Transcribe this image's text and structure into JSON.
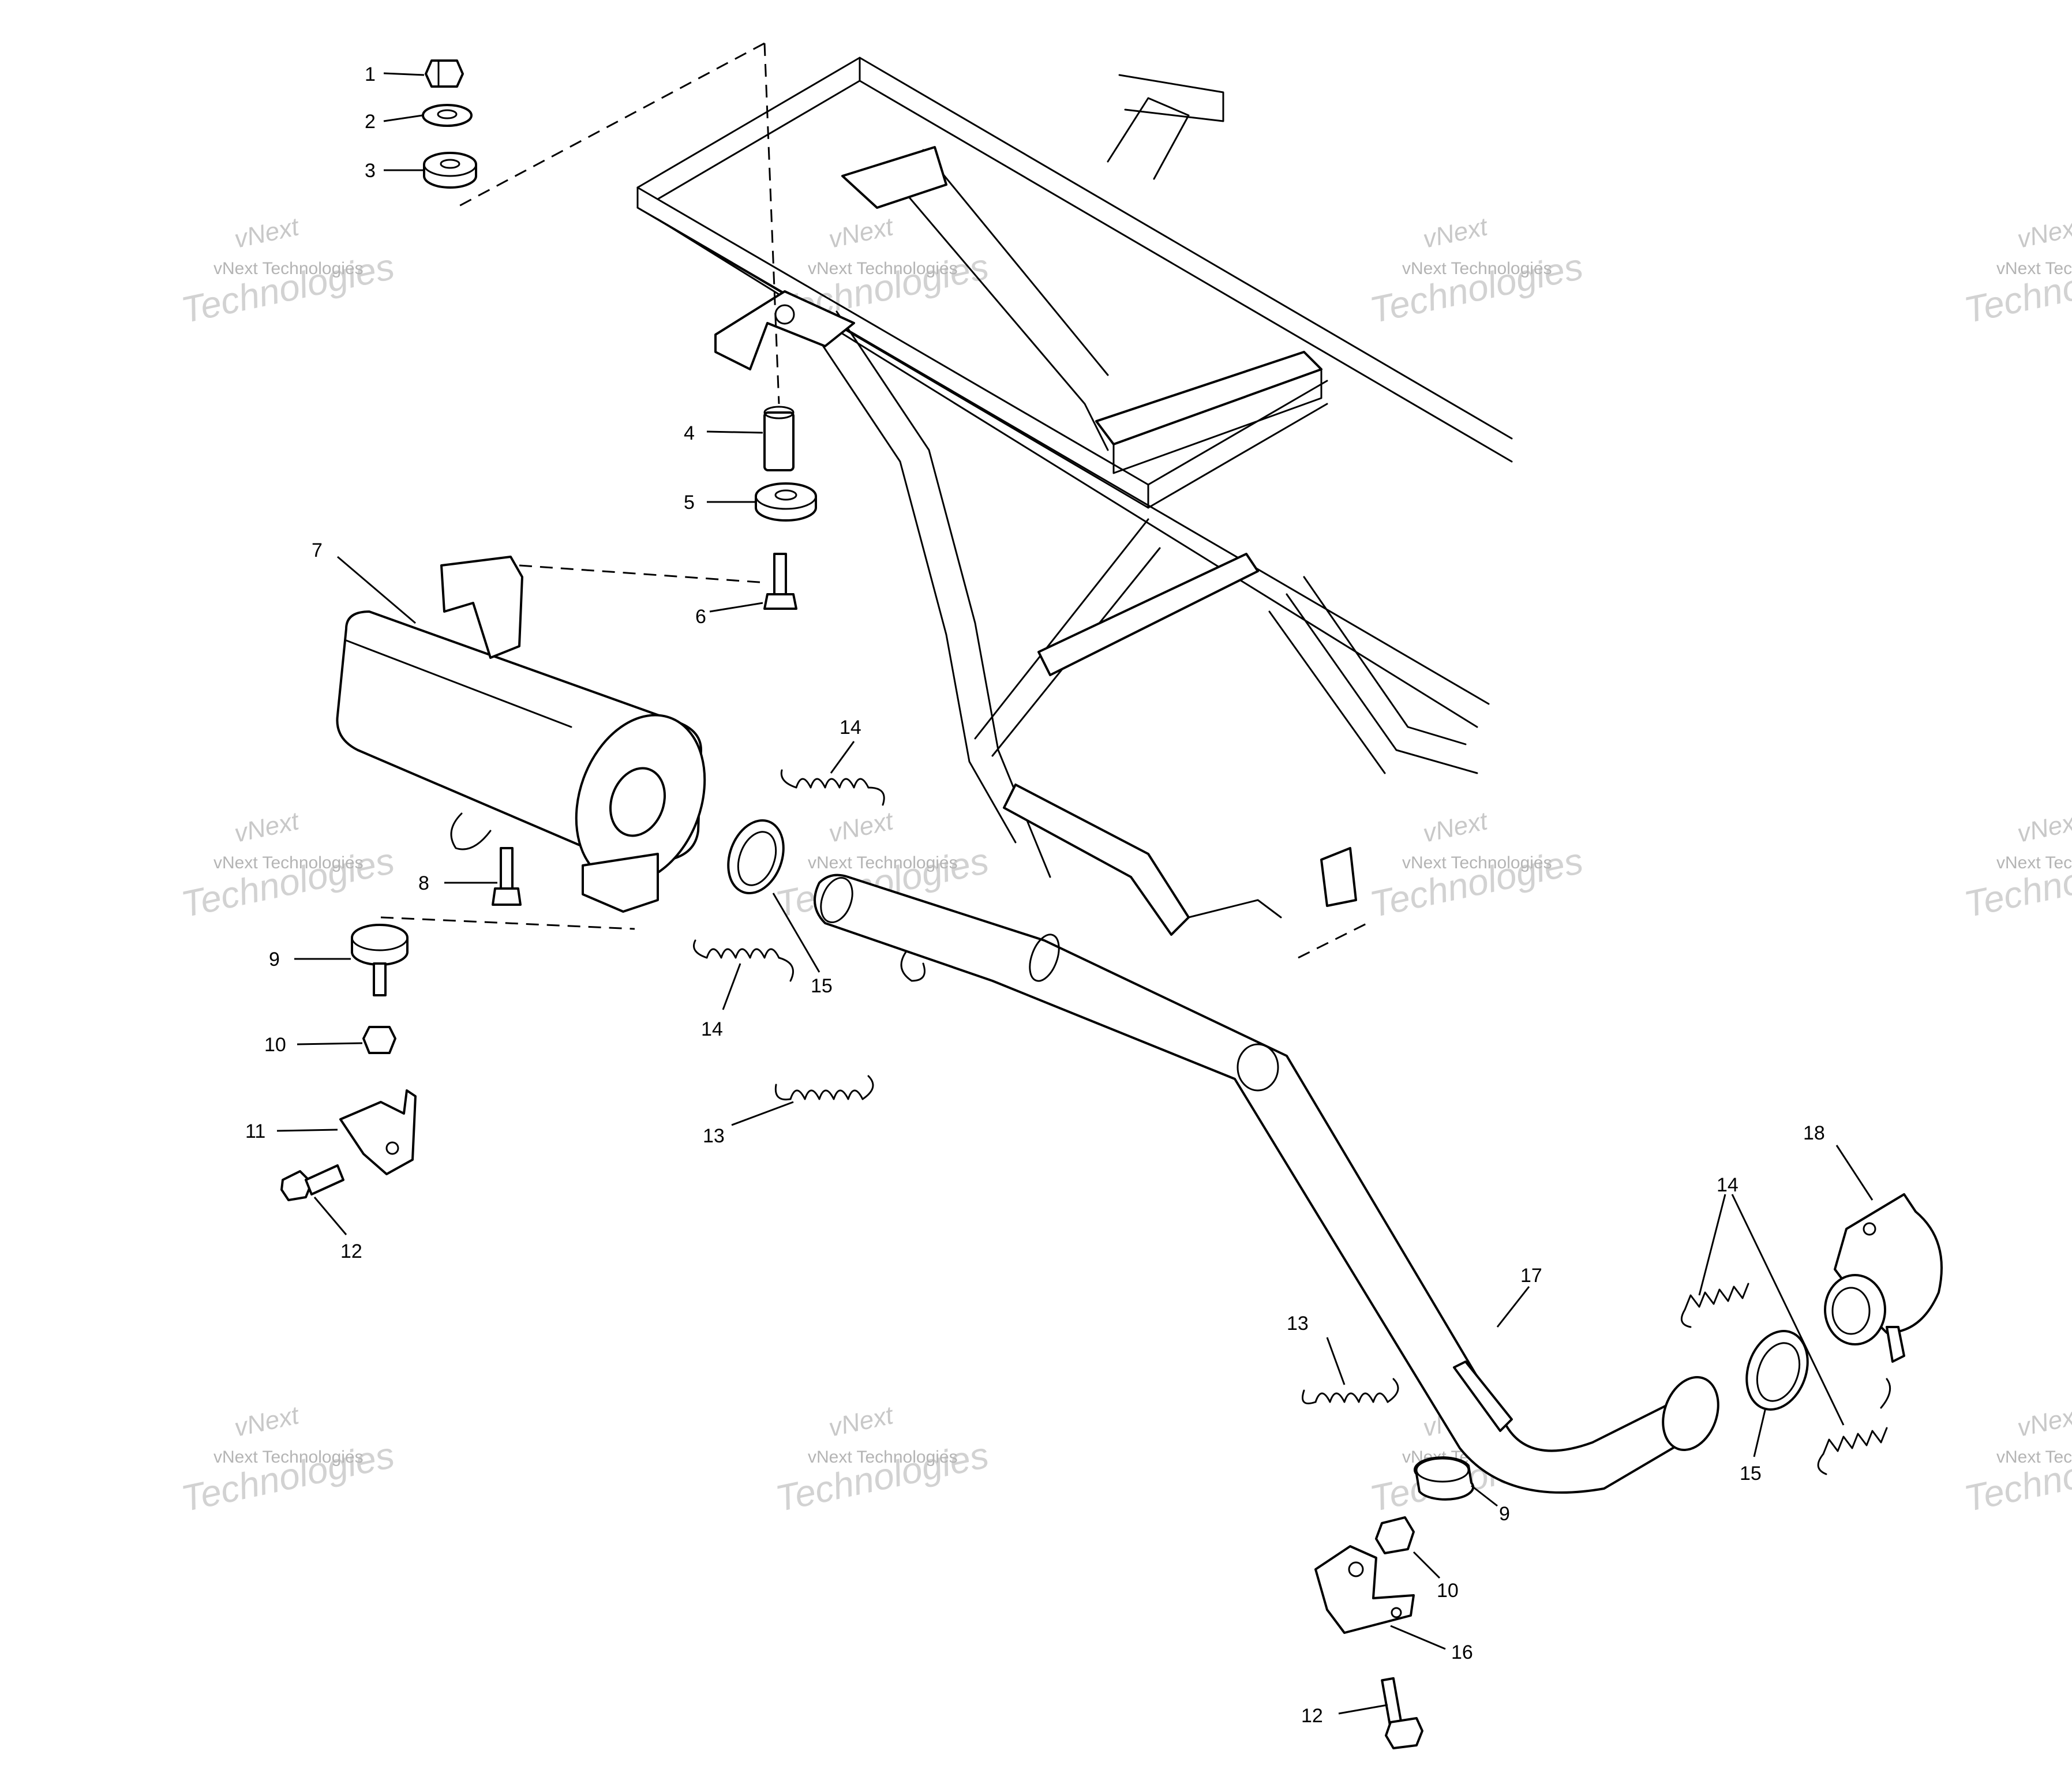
{
  "callouts": [
    "1",
    "2",
    "3",
    "4",
    "5",
    "6",
    "7",
    "8",
    "9",
    "10",
    "11",
    "12",
    "13",
    "14",
    "15",
    "16",
    "17",
    "18"
  ],
  "watermark": {
    "line1": "vNext",
    "line2": "vNext Technologies",
    "line3": "Technologies"
  }
}
